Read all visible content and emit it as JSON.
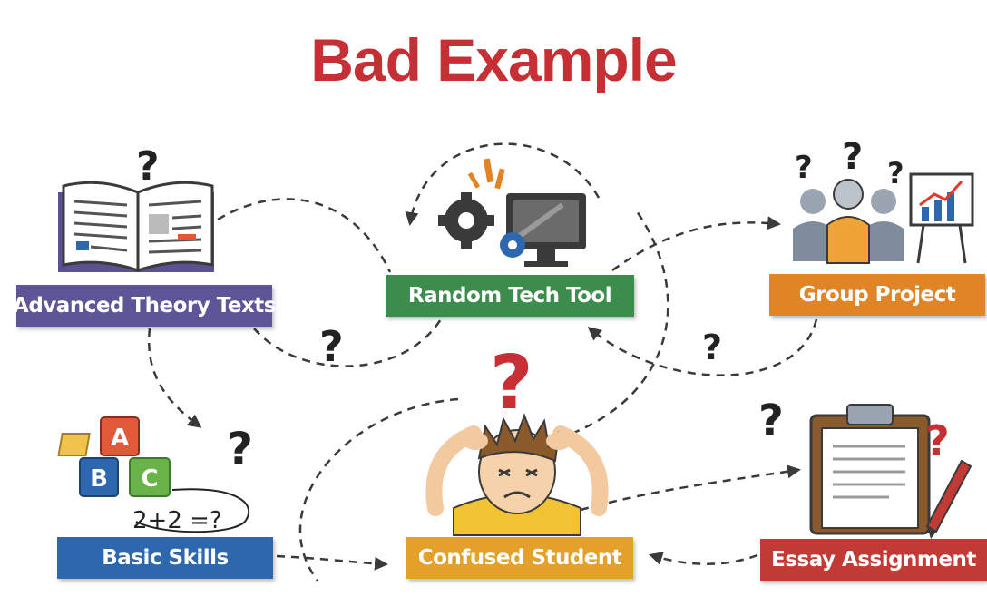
{
  "title": "Bad Example",
  "nodes": {
    "theory": "Advanced Theory Texts",
    "tech": "Random Tech Tool",
    "group": "Group Project",
    "basic": "Basic Skills",
    "student": "Confused Student",
    "essay": "Essay Assignment"
  },
  "icons": {
    "theory": "open-book-icon",
    "tech": "gear-monitor-icon",
    "group": "people-chart-icon",
    "basic": "abc-blocks-icon",
    "student": "confused-student-icon",
    "essay": "clipboard-pen-icon"
  },
  "math_text": "2+2 =?",
  "question_mark": "?",
  "block_letters": [
    "A",
    "B",
    "C"
  ],
  "colors": {
    "title": "#c62f34",
    "theory": "#5e5596",
    "tech": "#3b8c4d",
    "group": "#e08426",
    "basic": "#2d67ad",
    "student": "#e3a02a",
    "essay": "#c23a35"
  }
}
